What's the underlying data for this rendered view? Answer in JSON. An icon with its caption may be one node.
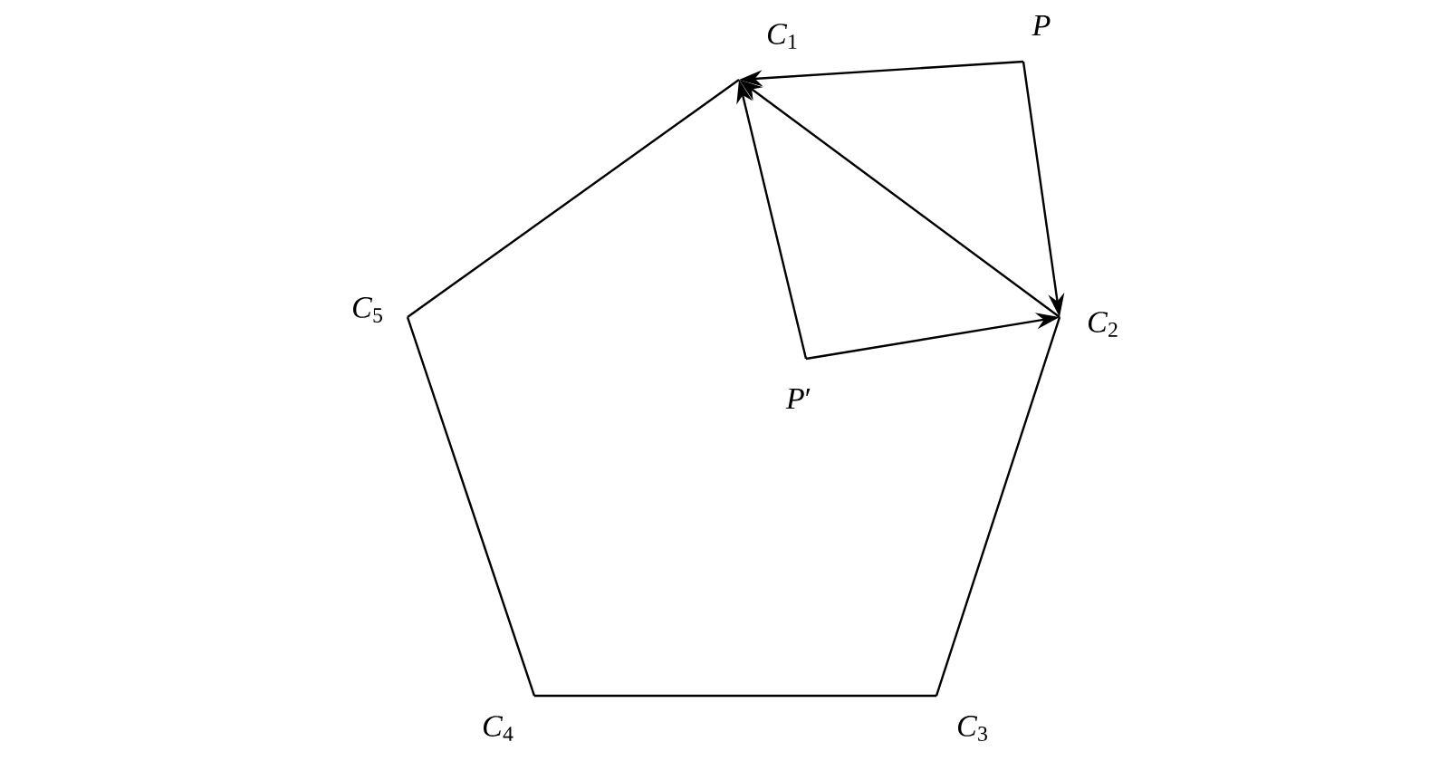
{
  "diagram": {
    "nodes": [
      {
        "text": [
          "*C*$_{1}$"
        ]
      },
      {
        "text": [
          "*P*"
        ]
      },
      {
        "text": [
          "*C*$_{5}$"
        ]
      },
      {
        "text": [
          "*C*$_{2}$"
        ]
      },
      {
        "text": [
          "*P*′"
        ]
      },
      {
        "text": [
          "*C*$_{4}$"
        ]
      },
      {
        "text": [
          "*C*$_{3}$"
        ]
      }
    ],
    "edges": [
      {
        "from": 3,
        "to": 0,
        "arrow": "to"
      },
      {
        "from": 3,
        "to": 6,
        "arrow": "none"
      },
      {
        "from": 6,
        "to": 5,
        "arrow": "none"
      },
      {
        "from": 5,
        "to": 2,
        "arrow": "none"
      },
      {
        "from": 2,
        "to": 0,
        "arrow": "none"
      },
      {
        "from": 1,
        "to": 0,
        "arrow": "to"
      },
      {
        "from": 1,
        "to": 3,
        "arrow": "to"
      },
      {
        "from": 4,
        "to": 0,
        "arrow": "to"
      },
      {
        "from": 4,
        "to": 3,
        "arrow": "to"
      }
    ]
  }
}
